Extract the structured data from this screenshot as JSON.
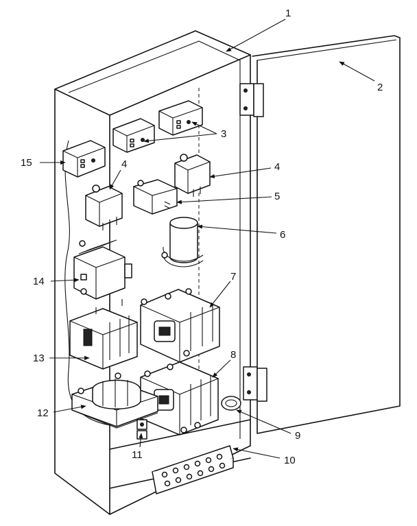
{
  "callouts": {
    "c1": "1",
    "c2": "2",
    "c3": "3",
    "c4a": "4",
    "c4b": "4",
    "c5": "5",
    "c6": "6",
    "c7": "7",
    "c8": "8",
    "c9": "9",
    "c10": "10",
    "c11": "11",
    "c12": "12",
    "c13": "13",
    "c14": "14",
    "c15": "15"
  },
  "colors": {
    "ink": "#111111",
    "paper": "#ffffff"
  }
}
